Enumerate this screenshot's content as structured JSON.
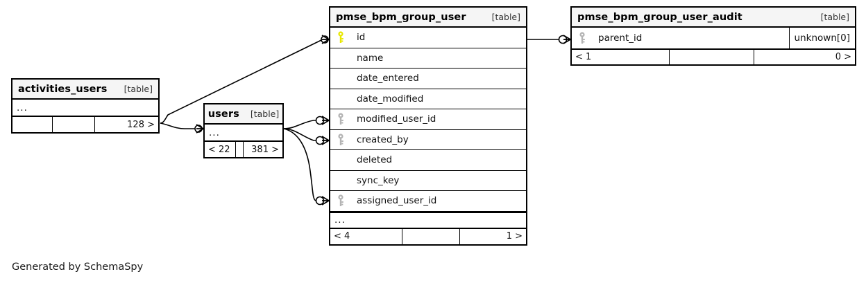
{
  "diagram": {
    "generator_credit": "Generated by SchemaSpy",
    "kind_label": "[table]",
    "ellipsis": "...",
    "colors": {
      "primary_key": "#e8e800",
      "foreign_key": "#b4b4b4",
      "header_bg": "#f5f5f5",
      "border": "#000000",
      "background": "#ffffff"
    }
  },
  "tables": {
    "activities_users": {
      "name": "activities_users",
      "kind": "[table]",
      "ellipsis": "...",
      "footer": {
        "left": "",
        "mid": "",
        "right": "128 >"
      }
    },
    "users": {
      "name": "users",
      "kind": "[table]",
      "ellipsis": "...",
      "footer": {
        "left": "< 22",
        "mid": "",
        "right": "381 >"
      }
    },
    "pmse_bpm_group_user": {
      "name": "pmse_bpm_group_user",
      "kind": "[table]",
      "ellipsis": "...",
      "columns": [
        {
          "name": "id",
          "key": "primary"
        },
        {
          "name": "name",
          "key": "none"
        },
        {
          "name": "date_entered",
          "key": "none"
        },
        {
          "name": "date_modified",
          "key": "none"
        },
        {
          "name": "modified_user_id",
          "key": "foreign"
        },
        {
          "name": "created_by",
          "key": "foreign"
        },
        {
          "name": "deleted",
          "key": "none"
        },
        {
          "name": "sync_key",
          "key": "none"
        },
        {
          "name": "assigned_user_id",
          "key": "foreign"
        }
      ],
      "footer": {
        "left": "< 4",
        "mid": "",
        "right": "1 >"
      }
    },
    "pmse_bpm_group_user_audit": {
      "name": "pmse_bpm_group_user_audit",
      "kind": "[table]",
      "columns": [
        {
          "name": "parent_id",
          "key": "foreign",
          "type": "unknown[0]"
        }
      ],
      "footer": {
        "left": "< 1",
        "mid": "",
        "right": "0 >"
      }
    }
  },
  "relationships": [
    {
      "from": "activities_users",
      "to": "pmse_bpm_group_user.id"
    },
    {
      "from": "users",
      "to": "pmse_bpm_group_user.modified_user_id"
    },
    {
      "from": "users",
      "to": "pmse_bpm_group_user.created_by"
    },
    {
      "from": "users",
      "to": "pmse_bpm_group_user.assigned_user_id"
    },
    {
      "from": "pmse_bpm_group_user",
      "to": "pmse_bpm_group_user_audit.parent_id"
    }
  ]
}
